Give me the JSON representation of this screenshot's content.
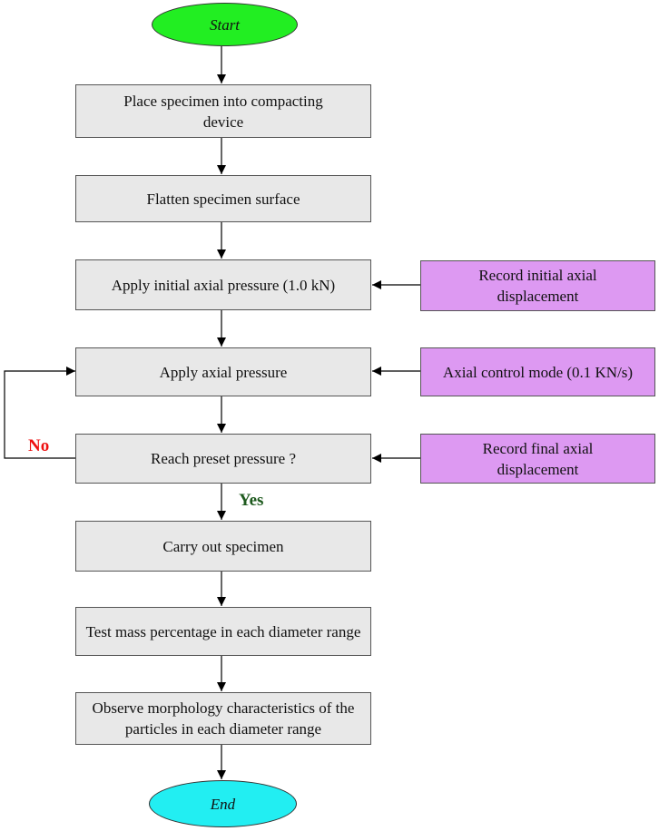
{
  "flowchart": {
    "start": "Start",
    "end": "End",
    "steps": {
      "place": "Place  specimen into  compacting device",
      "flatten": "Flatten specimen surface",
      "initial": "Apply initial axial pressure (1.0 kN)",
      "apply": "Apply axial pressure",
      "reach": "Reach preset pressure ?",
      "carry": "Carry out specimen",
      "test": "Test  mass percentage in each diameter range",
      "observe": "Observe morphology characteristics of the particles in each diameter range"
    },
    "side": {
      "record_initial": "Record initial axial displacement",
      "control_mode": "Axial control mode (0.1 KN/s)",
      "record_final": "Record final axial displacement"
    },
    "labels": {
      "no": "No",
      "yes": "Yes"
    },
    "colors": {
      "start_fill": "#22ee22",
      "end_fill": "#22eef2",
      "process_fill": "#e8e8e8",
      "side_fill": "#dd99f2",
      "no_label": "#ee1111",
      "yes_label": "#1e5a1e"
    }
  }
}
